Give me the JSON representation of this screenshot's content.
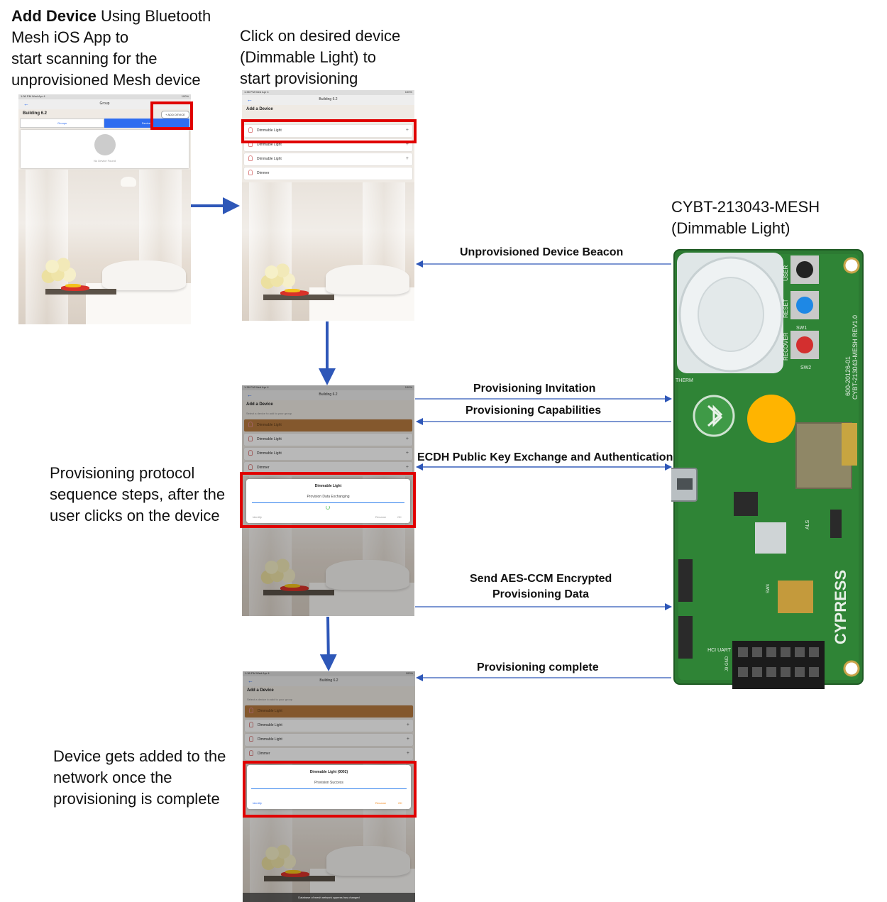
{
  "captions": {
    "step1_bold": "Add Device",
    "step1_rest": "Using Bluetooth",
    "step1_lines": [
      "Mesh iOS App to",
      "start scanning for the",
      "unprovisioned Mesh device"
    ],
    "step2_lines": [
      "Click on desired device",
      "(Dimmable Light) to",
      "start provisioning"
    ],
    "step3_lines": [
      "Provisioning protocol",
      "sequence steps, after the",
      "user clicks on the device"
    ],
    "step4_lines": [
      "Device gets added to the",
      "network once the",
      "provisioning is complete"
    ],
    "device_lines": [
      "CYBT-213043-MESH",
      "(Dimmable Light)"
    ]
  },
  "messages": {
    "beacon": "Unprovisioned Device Beacon",
    "invitation": "Provisioning Invitation",
    "capabilities": "Provisioning Capabilities",
    "ecdh": "ECDH Public Key Exchange and Authentication",
    "send_data_1": "Send AES-CCM Encrypted",
    "send_data_2": "Provisioning Data",
    "complete": "Provisioning complete"
  },
  "screen1": {
    "status_time": "1:36 PM  Wed Apr 4",
    "status_batt": "100%",
    "nav_title": "Group",
    "building": "Building 6.2",
    "add_device_button": "+ ADD DEVICE",
    "tab_groups": "Groups",
    "tab_devices": "Devices",
    "empty_text": "No Device Found"
  },
  "screen2": {
    "status_time": "1:38 PM  Wed Apr 4",
    "status_batt": "100%",
    "nav_title": "Building 6.2",
    "subtitle": "Add a Device",
    "devices": [
      "Dimmable Light",
      "Dimmable Light",
      "Dimmable Light",
      "Dimmer"
    ]
  },
  "screen3": {
    "status_time": "1:38 PM  Wed Apr 4",
    "status_batt": "100%",
    "nav_title": "Building 6.2",
    "subtitle": "Add a Device",
    "hint": "Select a device to add to your group",
    "devices": [
      "Dimmable Light",
      "Dimmable Light",
      "Dimmable Light",
      "Dimmer"
    ],
    "dialog_title": "Dimmable Light",
    "dialog_msg": "Provision Data Exchanging",
    "btn_identify": "Identify",
    "btn_rename": "Rename",
    "btn_ok": "OK"
  },
  "screen4": {
    "status_time": "1:38 PM  Wed Apr 4",
    "status_batt": "100%",
    "nav_title": "Building 6.2",
    "subtitle": "Add a Device",
    "hint": "Select a device to add to your group",
    "devices": [
      "Dimmable Light",
      "Dimmable Light",
      "Dimmable Light",
      "Dimmer"
    ],
    "dialog_title": "Dimmable Light (0002)",
    "dialog_msg": "Provision Success",
    "btn_identify": "Identify",
    "btn_rename": "Rename",
    "btn_ok": "OK",
    "toast": "Database of mesh network cypress has changed"
  },
  "board": {
    "brand": "CYPRESS",
    "silk_part": "600-20126-01",
    "silk_model": "CYBT-213043-MESH REV1.0",
    "silk_labels": [
      "USER",
      "RESET",
      "RECOVER",
      "SW1",
      "SW2",
      "THERM",
      "ALS",
      "HCI UART",
      "J9 GND",
      "SW4"
    ]
  },
  "colors": {
    "arrow": "#2e57b8",
    "highlight": "#e00000",
    "pcb": "#2c7a32",
    "led": "#ffb400",
    "app_blue": "#2f6df0"
  }
}
